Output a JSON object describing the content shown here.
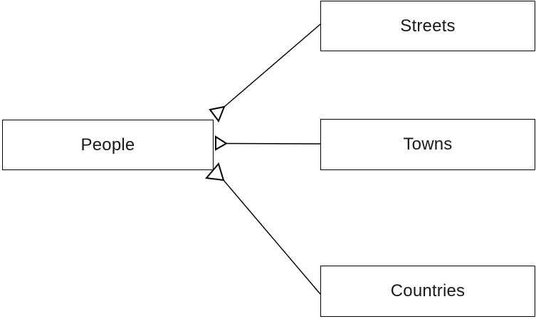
{
  "diagram": {
    "type": "uml-generalization-diagram",
    "nodes": [
      {
        "id": "people",
        "label": "People"
      },
      {
        "id": "streets",
        "label": "Streets"
      },
      {
        "id": "towns",
        "label": "Towns"
      },
      {
        "id": "countries",
        "label": "Countries"
      }
    ],
    "edges": [
      {
        "from": "streets",
        "to": "people",
        "arrow": "hollow-triangle"
      },
      {
        "from": "towns",
        "to": "people",
        "arrow": "hollow-triangle"
      },
      {
        "from": "countries",
        "to": "people",
        "arrow": "hollow-triangle"
      }
    ],
    "colors": {
      "line": "#000000",
      "arrowhead_fill": "#ffffff",
      "box_border": "#000000",
      "box_fill": "#ffffff",
      "background": "#ffffff",
      "text": "#1a1a1a"
    }
  }
}
